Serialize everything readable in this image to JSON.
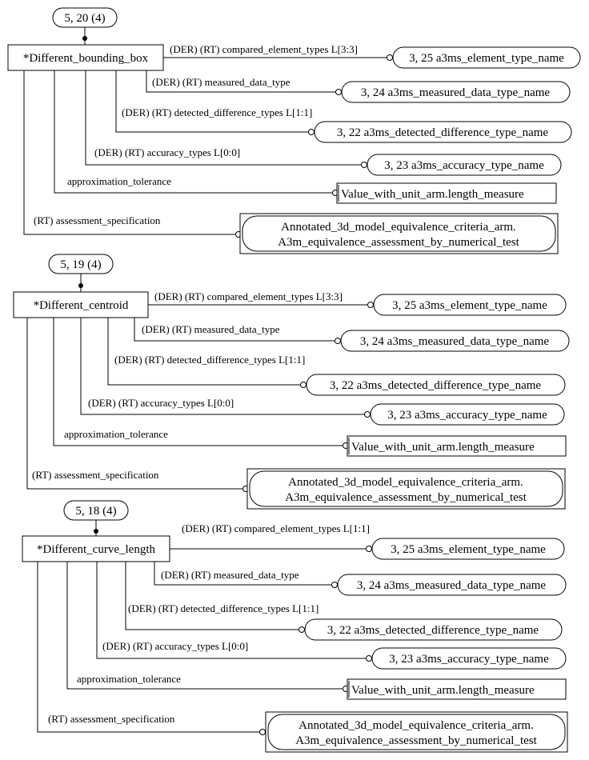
{
  "groups": [
    {
      "page_ref": "5, 20 (4)",
      "entity": "*Different_bounding_box",
      "attributes": [
        {
          "label": "(DER) (RT) compared_element_types L[3:3]",
          "target": "3, 25 a3ms_element_type_name"
        },
        {
          "label": "(DER) (RT) measured_data_type",
          "target": "3, 24 a3ms_measured_data_type_name"
        },
        {
          "label": "(DER) (RT) detected_difference_types L[1:1]",
          "target": "3, 22 a3ms_detected_difference_type_name"
        },
        {
          "label": "(DER) (RT) accuracy_types L[0:0]",
          "target": "3, 23 a3ms_accuracy_type_name"
        },
        {
          "label": "approximation_tolerance",
          "target": "Value_with_unit_arm.length_measure"
        },
        {
          "label": "(RT) assessment_specification",
          "target_line1": "Annotated_3d_model_equivalence_criteria_arm.",
          "target_line2": "A3m_equivalence_assessment_by_numerical_test"
        }
      ]
    },
    {
      "page_ref": "5, 19 (4)",
      "entity": "*Different_centroid",
      "attributes": [
        {
          "label": "(DER) (RT) compared_element_types L[3:3]",
          "target": "3, 25 a3ms_element_type_name"
        },
        {
          "label": "(DER) (RT) measured_data_type",
          "target": "3, 24 a3ms_measured_data_type_name"
        },
        {
          "label": "(DER) (RT) detected_difference_types L[1:1]",
          "target": "3, 22 a3ms_detected_difference_type_name"
        },
        {
          "label": "(DER) (RT) accuracy_types L[0:0]",
          "target": "3, 23 a3ms_accuracy_type_name"
        },
        {
          "label": "approximation_tolerance",
          "target": "Value_with_unit_arm.length_measure"
        },
        {
          "label": "(RT) assessment_specification",
          "target_line1": "Annotated_3d_model_equivalence_criteria_arm.",
          "target_line2": "A3m_equivalence_assessment_by_numerical_test"
        }
      ]
    },
    {
      "page_ref": "5, 18 (4)",
      "entity": "*Different_curve_length",
      "attributes": [
        {
          "label": "(DER) (RT) compared_element_types L[1:1]",
          "target": "3, 25 a3ms_element_type_name"
        },
        {
          "label": "(DER) (RT) measured_data_type",
          "target": "3, 24 a3ms_measured_data_type_name"
        },
        {
          "label": "(DER) (RT) detected_difference_types L[1:1]",
          "target": "3, 22 a3ms_detected_difference_type_name"
        },
        {
          "label": "(DER) (RT) accuracy_types L[0:0]",
          "target": "3, 23 a3ms_accuracy_type_name"
        },
        {
          "label": "approximation_tolerance",
          "target": "Value_with_unit_arm.length_measure"
        },
        {
          "label": "(RT) assessment_specification",
          "target_line1": "Annotated_3d_model_equivalence_criteria_arm.",
          "target_line2": "A3m_equivalence_assessment_by_numerical_test"
        }
      ]
    }
  ]
}
